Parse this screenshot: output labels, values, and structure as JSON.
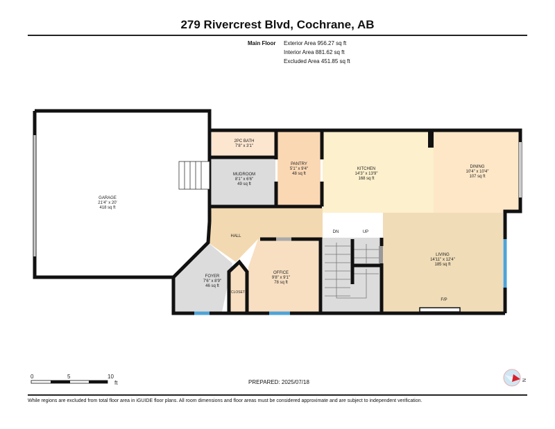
{
  "title": "279 Rivercrest Blvd, Cochrane, AB",
  "floor": {
    "name": "Main Floor",
    "exterior": "Exterior Area 956.27 sq ft",
    "interior": "Interior Area 881.62 sq ft",
    "excluded": "Excluded Area 451.85 sq ft"
  },
  "rooms": {
    "garage": {
      "name": "GARAGE",
      "dims": "21'4\" x 20'",
      "area": "418 sq ft"
    },
    "bath": {
      "name": "2PC BATH",
      "dims": "7'8\" x 3'1\""
    },
    "mudroom": {
      "name": "MUDROOM",
      "dims": "8'1\" x 6'6\"",
      "area": "49 sq ft"
    },
    "pantry": {
      "name": "PANTRY",
      "dims": "5'1\" x 9'4\"",
      "area": "48 sq ft"
    },
    "kitchen": {
      "name": "KITCHEN",
      "dims": "14'3\" x 13'9\"",
      "area": "168 sq ft"
    },
    "dining": {
      "name": "DINING",
      "dims": "10'4\" x 10'4\"",
      "area": "107 sq ft"
    },
    "living": {
      "name": "LIVING",
      "dims": "14'11\" x 12'4\"",
      "area": "185 sq ft"
    },
    "hall": {
      "name": "HALL"
    },
    "foyer": {
      "name": "FOYER",
      "dims": "7'6\" x 8'9\"",
      "area": "46 sq ft"
    },
    "closet": {
      "name": "CLOSET"
    },
    "office": {
      "name": "OFFICE",
      "dims": "9'8\" x 9'1\"",
      "area": "78 sq ft"
    },
    "stairs": {
      "down": "DN",
      "up": "UP"
    },
    "fireplace": {
      "name": "F/P"
    }
  },
  "scale": {
    "t0": "0",
    "t5": "5",
    "t10": "10",
    "unit": "ft"
  },
  "compass": {
    "label": "N"
  },
  "prepared": "PREPARED: 2025/07/18",
  "disclaimer": "While regions are excluded from total floor area in iGUIDE floor plans. All room dimensions and floor areas must be considered approximate and are subject to independent verification.",
  "colors": {
    "window": "#4fa3d6",
    "wall": "#111111",
    "compass_red": "#d9202a"
  }
}
